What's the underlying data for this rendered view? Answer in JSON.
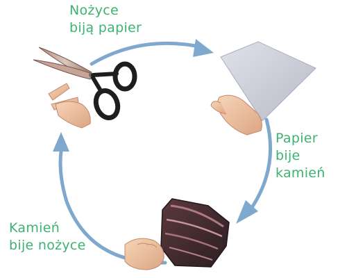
{
  "labels": {
    "scissors_beat_paper": [
      "Nożyce",
      "biją papier"
    ],
    "paper_beats_rock": [
      "Papier",
      "bije",
      "kamień"
    ],
    "rock_beats_scissors": [
      "Kamień",
      "bije nożyce"
    ]
  },
  "items": [
    {
      "name": "scissors",
      "gesture": "two fingers"
    },
    {
      "name": "paper",
      "gesture": "open hand"
    },
    {
      "name": "rock",
      "gesture": "fist"
    }
  ],
  "colors": {
    "caption_text": "#3cb371",
    "cycle_arrow": "#7fa8cf",
    "paper_sheet": "#c9ccd6",
    "rock_stripes": "#b07a80",
    "skin": "#f0c8a6"
  }
}
